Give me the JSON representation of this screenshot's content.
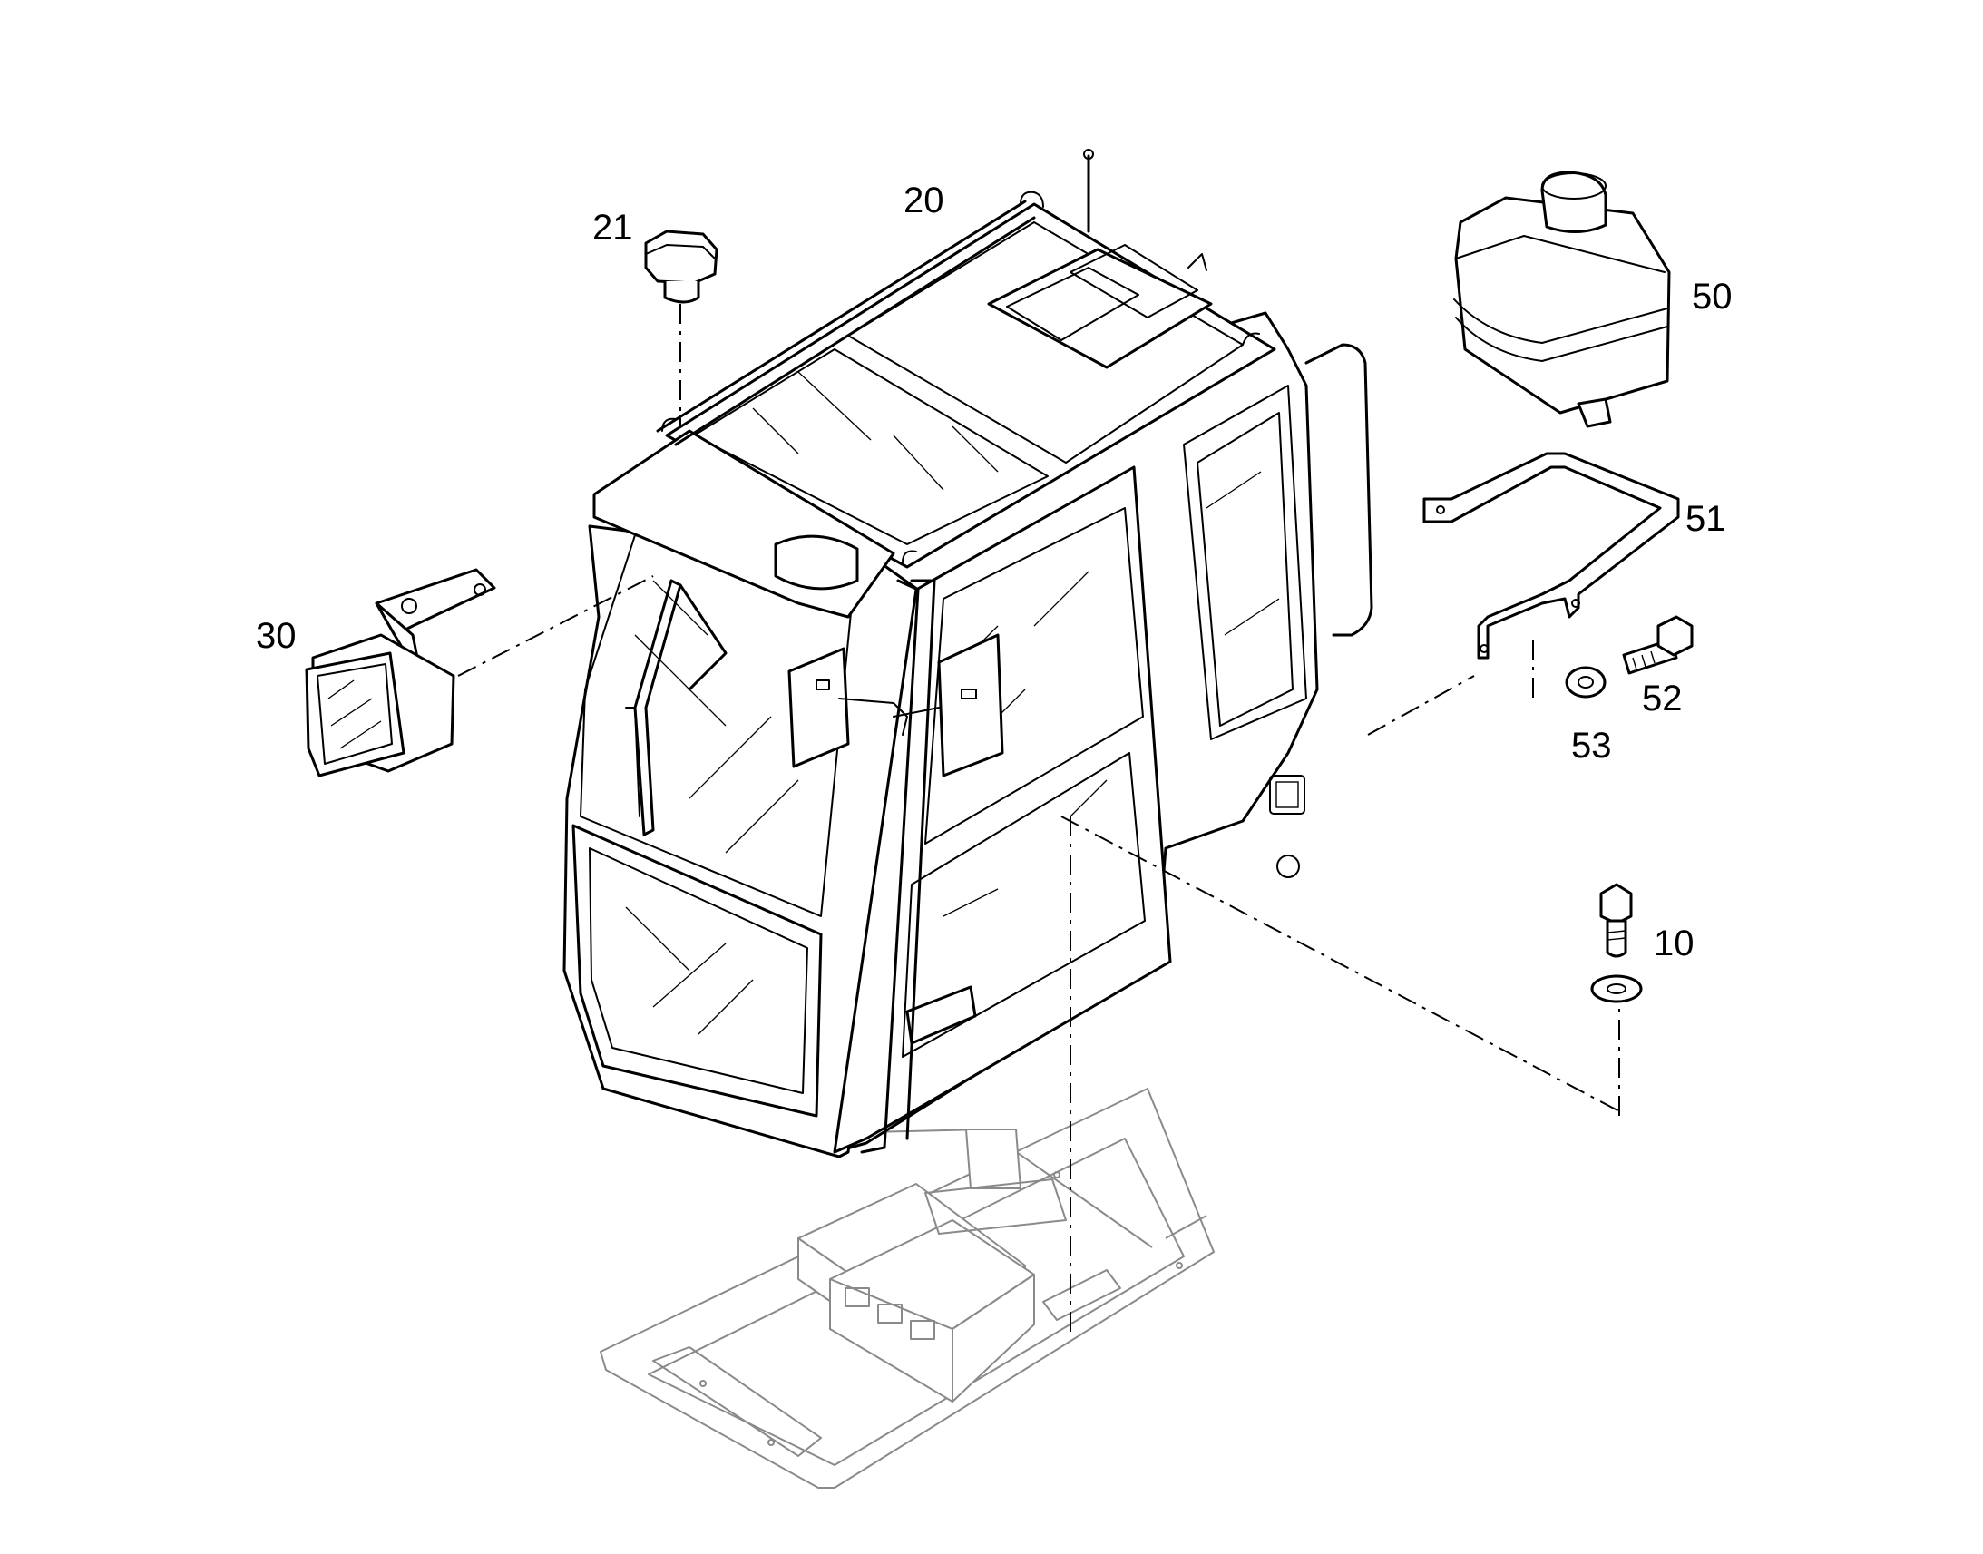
{
  "callouts": {
    "c10": "10",
    "c20": "20",
    "c21": "21",
    "c30": "30",
    "c50": "50",
    "c51": "51",
    "c52": "52",
    "c53": "53"
  }
}
